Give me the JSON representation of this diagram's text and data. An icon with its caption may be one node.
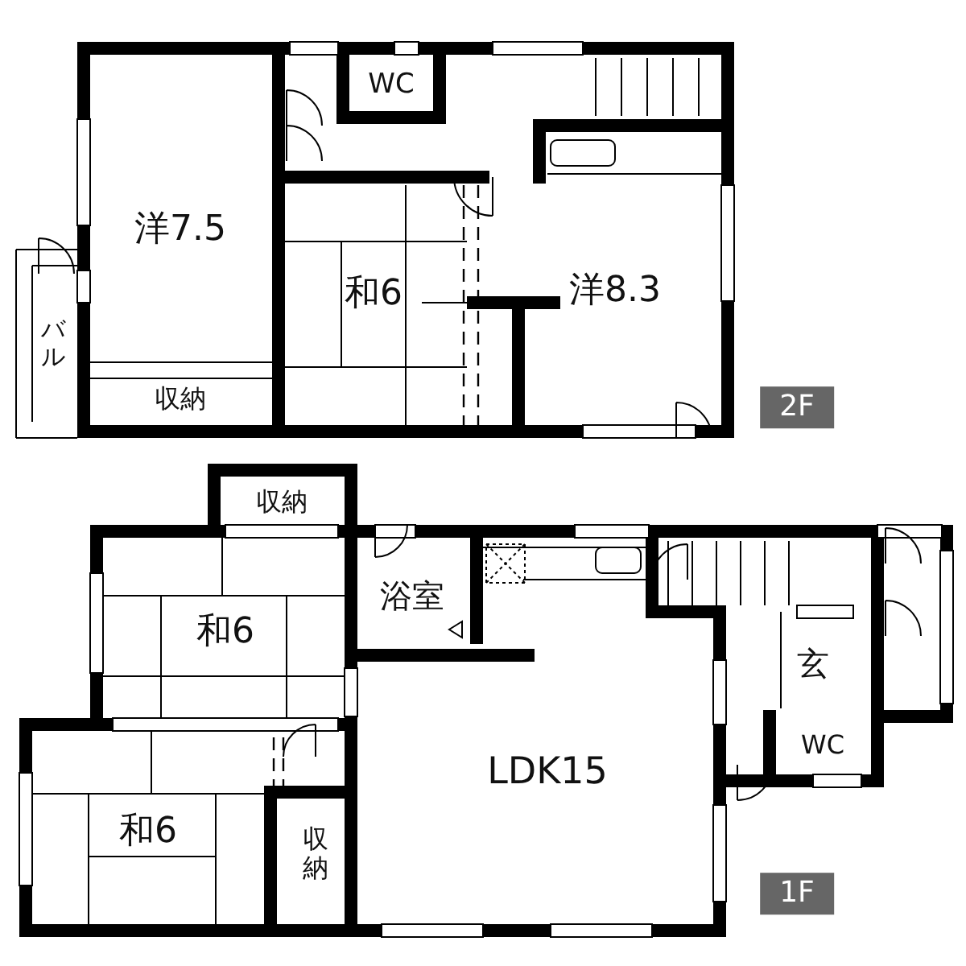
{
  "diagram": {
    "labels": [
      "WC",
      "洋7.5",
      "和6",
      "洋8.3",
      "バル",
      "収納",
      "2F",
      "収納",
      "浴室",
      "和6",
      "玄",
      "WC",
      "LDK15",
      "和6",
      "収納",
      "1F"
    ]
  }
}
